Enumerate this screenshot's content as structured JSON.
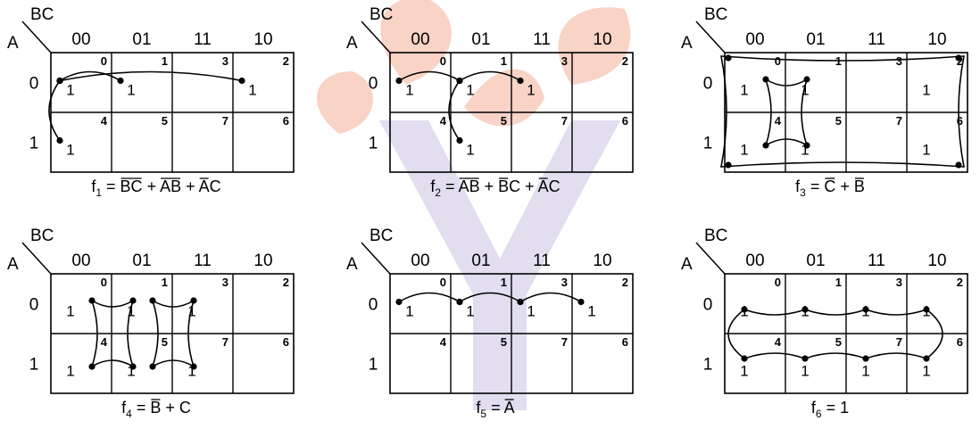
{
  "watermark_colors": {
    "leaf": "#f6c8b8",
    "stem": "#ddd8ec"
  },
  "maps": [
    {
      "id": "f1",
      "var_row": "A",
      "var_col": "BC",
      "col_labels": [
        "00",
        "01",
        "11",
        "10"
      ],
      "row_labels": [
        "0",
        "1"
      ],
      "cell_numbers": [
        [
          "0",
          "1",
          "3",
          "2"
        ],
        [
          "4",
          "5",
          "7",
          "6"
        ]
      ],
      "cell_values": [
        [
          "1",
          "1",
          "",
          "1"
        ],
        [
          "1",
          "",
          "",
          ""
        ]
      ],
      "func_name": "f",
      "func_sub": "1",
      "func_terms": [
        {
          "t": "BC",
          "bar": "BC"
        },
        {
          "t": " + "
        },
        {
          "t": "AB",
          "bar": "AB"
        },
        {
          "t": " + "
        },
        {
          "t": "AC",
          "bar": "A"
        }
      ],
      "groups": [
        {
          "type": "arc",
          "from": [
            0,
            0
          ],
          "to": [
            0,
            3
          ]
        },
        {
          "type": "arc",
          "from": [
            0,
            0
          ],
          "to": [
            0,
            1
          ]
        },
        {
          "type": "arc",
          "from": [
            0,
            0
          ],
          "to": [
            1,
            0
          ]
        }
      ]
    },
    {
      "id": "f2",
      "var_row": "A",
      "var_col": "BC",
      "col_labels": [
        "00",
        "01",
        "11",
        "10"
      ],
      "row_labels": [
        "0",
        "1"
      ],
      "cell_numbers": [
        [
          "0",
          "1",
          "3",
          "2"
        ],
        [
          "4",
          "5",
          "7",
          "6"
        ]
      ],
      "cell_values": [
        [
          "1",
          "1",
          "1",
          ""
        ],
        [
          "",
          "1",
          "",
          ""
        ]
      ],
      "func_name": "f",
      "func_sub": "2",
      "func_terms": [
        {
          "t": "AB",
          "bar": "AB"
        },
        {
          "t": " + "
        },
        {
          "t": "BC",
          "bar": "B"
        },
        {
          "t": " + "
        },
        {
          "t": "AC",
          "bar": "A"
        }
      ],
      "groups": [
        {
          "type": "arc",
          "from": [
            0,
            0
          ],
          "to": [
            0,
            1
          ]
        },
        {
          "type": "arc",
          "from": [
            0,
            1
          ],
          "to": [
            0,
            2
          ]
        },
        {
          "type": "arc",
          "from": [
            0,
            1
          ],
          "to": [
            1,
            1
          ]
        }
      ]
    },
    {
      "id": "f3",
      "var_row": "A",
      "var_col": "BC",
      "col_labels": [
        "00",
        "01",
        "11",
        "10"
      ],
      "row_labels": [
        "0",
        "1"
      ],
      "cell_numbers": [
        [
          "0",
          "1",
          "3",
          "2"
        ],
        [
          "4",
          "5",
          "7",
          "6"
        ]
      ],
      "cell_values": [
        [
          "1",
          "1",
          "",
          "1"
        ],
        [
          "1",
          "1",
          "",
          "1"
        ]
      ],
      "func_name": "f",
      "func_sub": "3",
      "func_terms": [
        {
          "t": "C",
          "bar": "C"
        },
        {
          "t": " + "
        },
        {
          "t": "B",
          "bar": "B"
        }
      ],
      "groups": [
        {
          "type": "quad",
          "cols": [
            0,
            1
          ]
        },
        {
          "type": "wrapquad",
          "cols": [
            0,
            3
          ]
        }
      ]
    },
    {
      "id": "f4",
      "var_row": "A",
      "var_col": "BC",
      "col_labels": [
        "00",
        "01",
        "11",
        "10"
      ],
      "row_labels": [
        "0",
        "1"
      ],
      "cell_numbers": [
        [
          "0",
          "1",
          "3",
          "2"
        ],
        [
          "4",
          "5",
          "7",
          "6"
        ]
      ],
      "cell_values": [
        [
          "1",
          "1",
          "1",
          ""
        ],
        [
          "1",
          "1",
          "1",
          ""
        ]
      ],
      "func_name": "f",
      "func_sub": "4",
      "func_terms": [
        {
          "t": "B",
          "bar": "B"
        },
        {
          "t": " + C"
        }
      ],
      "groups": [
        {
          "type": "quad",
          "cols": [
            0,
            1
          ]
        },
        {
          "type": "quad",
          "cols": [
            1,
            2
          ]
        }
      ]
    },
    {
      "id": "f5",
      "var_row": "A",
      "var_col": "BC",
      "col_labels": [
        "00",
        "01",
        "11",
        "10"
      ],
      "row_labels": [
        "0",
        "1"
      ],
      "cell_numbers": [
        [
          "0",
          "1",
          "3",
          "2"
        ],
        [
          "4",
          "5",
          "7",
          "6"
        ]
      ],
      "cell_values": [
        [
          "1",
          "1",
          "1",
          "1"
        ],
        [
          "",
          "",
          "",
          ""
        ]
      ],
      "func_name": "f",
      "func_sub": "5",
      "func_terms": [
        {
          "t": "A",
          "bar": "A"
        }
      ],
      "groups": [
        {
          "type": "arc",
          "from": [
            0,
            0
          ],
          "to": [
            0,
            1
          ]
        },
        {
          "type": "arc",
          "from": [
            0,
            1
          ],
          "to": [
            0,
            2
          ]
        },
        {
          "type": "arc",
          "from": [
            0,
            2
          ],
          "to": [
            0,
            3
          ]
        }
      ]
    },
    {
      "id": "f6",
      "var_row": "A",
      "var_col": "BC",
      "col_labels": [
        "00",
        "01",
        "11",
        "10"
      ],
      "row_labels": [
        "0",
        "1"
      ],
      "cell_numbers": [
        [
          "0",
          "1",
          "3",
          "2"
        ],
        [
          "4",
          "5",
          "7",
          "6"
        ]
      ],
      "cell_values": [
        [
          "1",
          "1",
          "1",
          "1"
        ],
        [
          "1",
          "1",
          "1",
          "1"
        ]
      ],
      "func_name": "f",
      "func_sub": "6",
      "func_terms": [
        {
          "t": "1"
        }
      ],
      "groups": [
        {
          "type": "band8"
        }
      ]
    }
  ]
}
